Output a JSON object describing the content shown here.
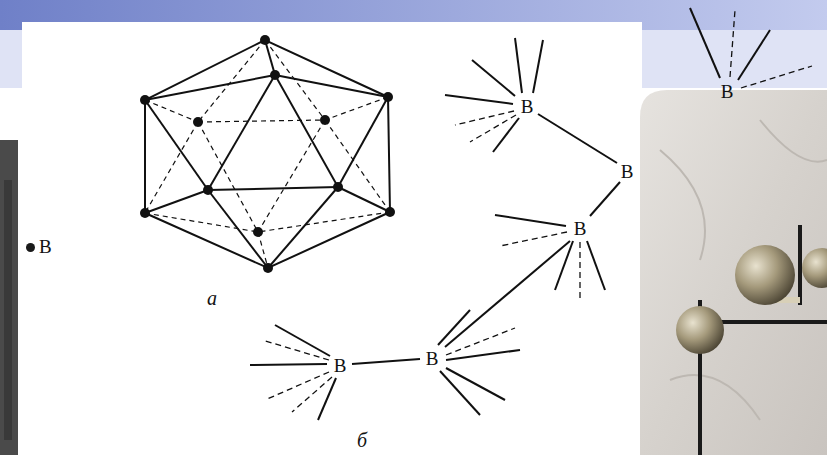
{
  "diagram": {
    "labels": [
      "B",
      "B",
      "B",
      "B",
      "а",
      "B",
      "B",
      "б"
    ],
    "legend": [
      {
        "text": "B",
        "color": "#1a1a1a"
      }
    ]
  }
}
